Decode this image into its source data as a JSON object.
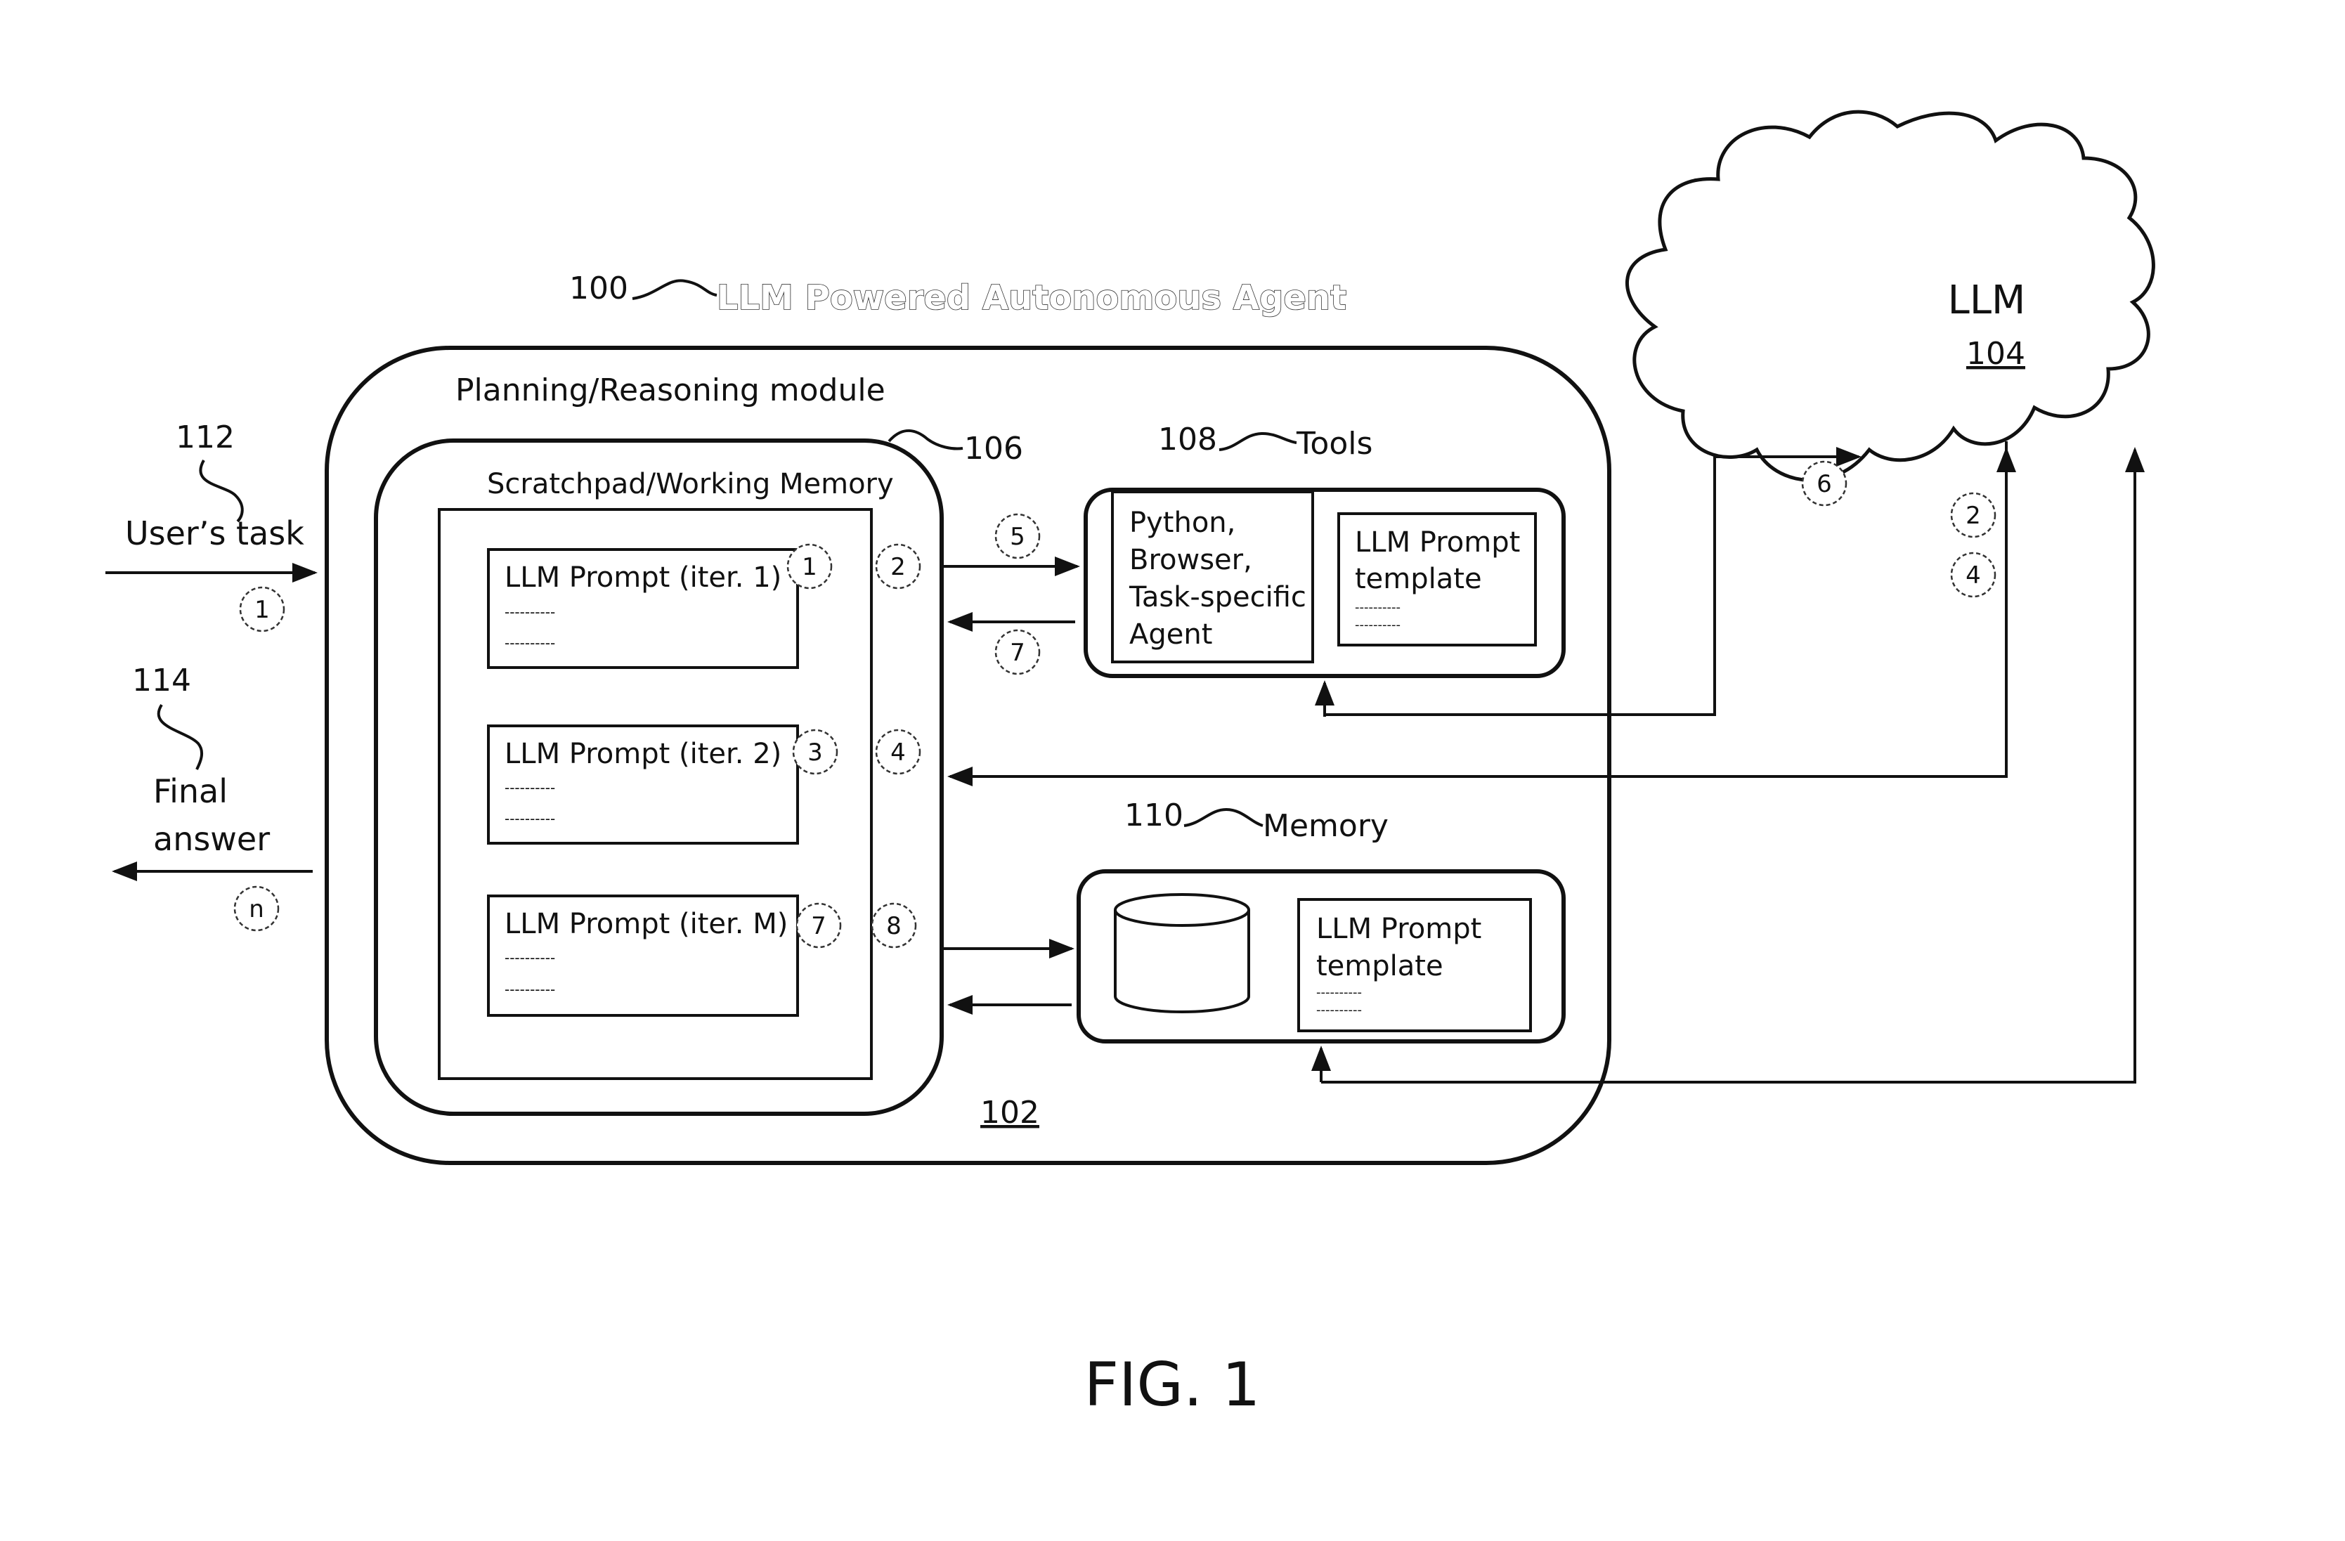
{
  "title": "LLM Powered Autonomous Agent",
  "refs": {
    "agent": "100",
    "module": "102",
    "llm": "104",
    "scratchpad": "106",
    "tools": "108",
    "memory": "110",
    "task": "112",
    "answer": "114"
  },
  "planning_label": "Planning/Reasoning module",
  "scratchpad_label": "Scratchpad/Working Memory",
  "prompts": [
    {
      "label": "LLM Prompt (iter. 1)",
      "step": "1",
      "arrow_step": "2"
    },
    {
      "label": "LLM Prompt (iter. 2)",
      "step": "3",
      "arrow_step": "4"
    },
    {
      "label": "LLM Prompt (iter. M)",
      "step": "7",
      "arrow_step": "8"
    }
  ],
  "dashes": "----------",
  "small_dashes": "----------",
  "tools": {
    "label": "Tools",
    "items": [
      "Python,",
      "Browser,",
      "Task-specific",
      "Agent"
    ],
    "template": [
      "LLM Prompt",
      "template"
    ],
    "step_out": "5",
    "step_in": "7"
  },
  "memory": {
    "label": "Memory",
    "template": [
      "LLM Prompt",
      "template"
    ]
  },
  "llm": {
    "label": "LLM",
    "steps": [
      "6",
      "2",
      "4"
    ]
  },
  "user_task": {
    "label": "User’s task",
    "step": "1"
  },
  "final_answer": {
    "label": [
      "Final",
      "answer"
    ],
    "step": "n"
  },
  "caption": "FIG. 1",
  "colors": {
    "line": "#111111",
    "background": "#ffffff"
  }
}
